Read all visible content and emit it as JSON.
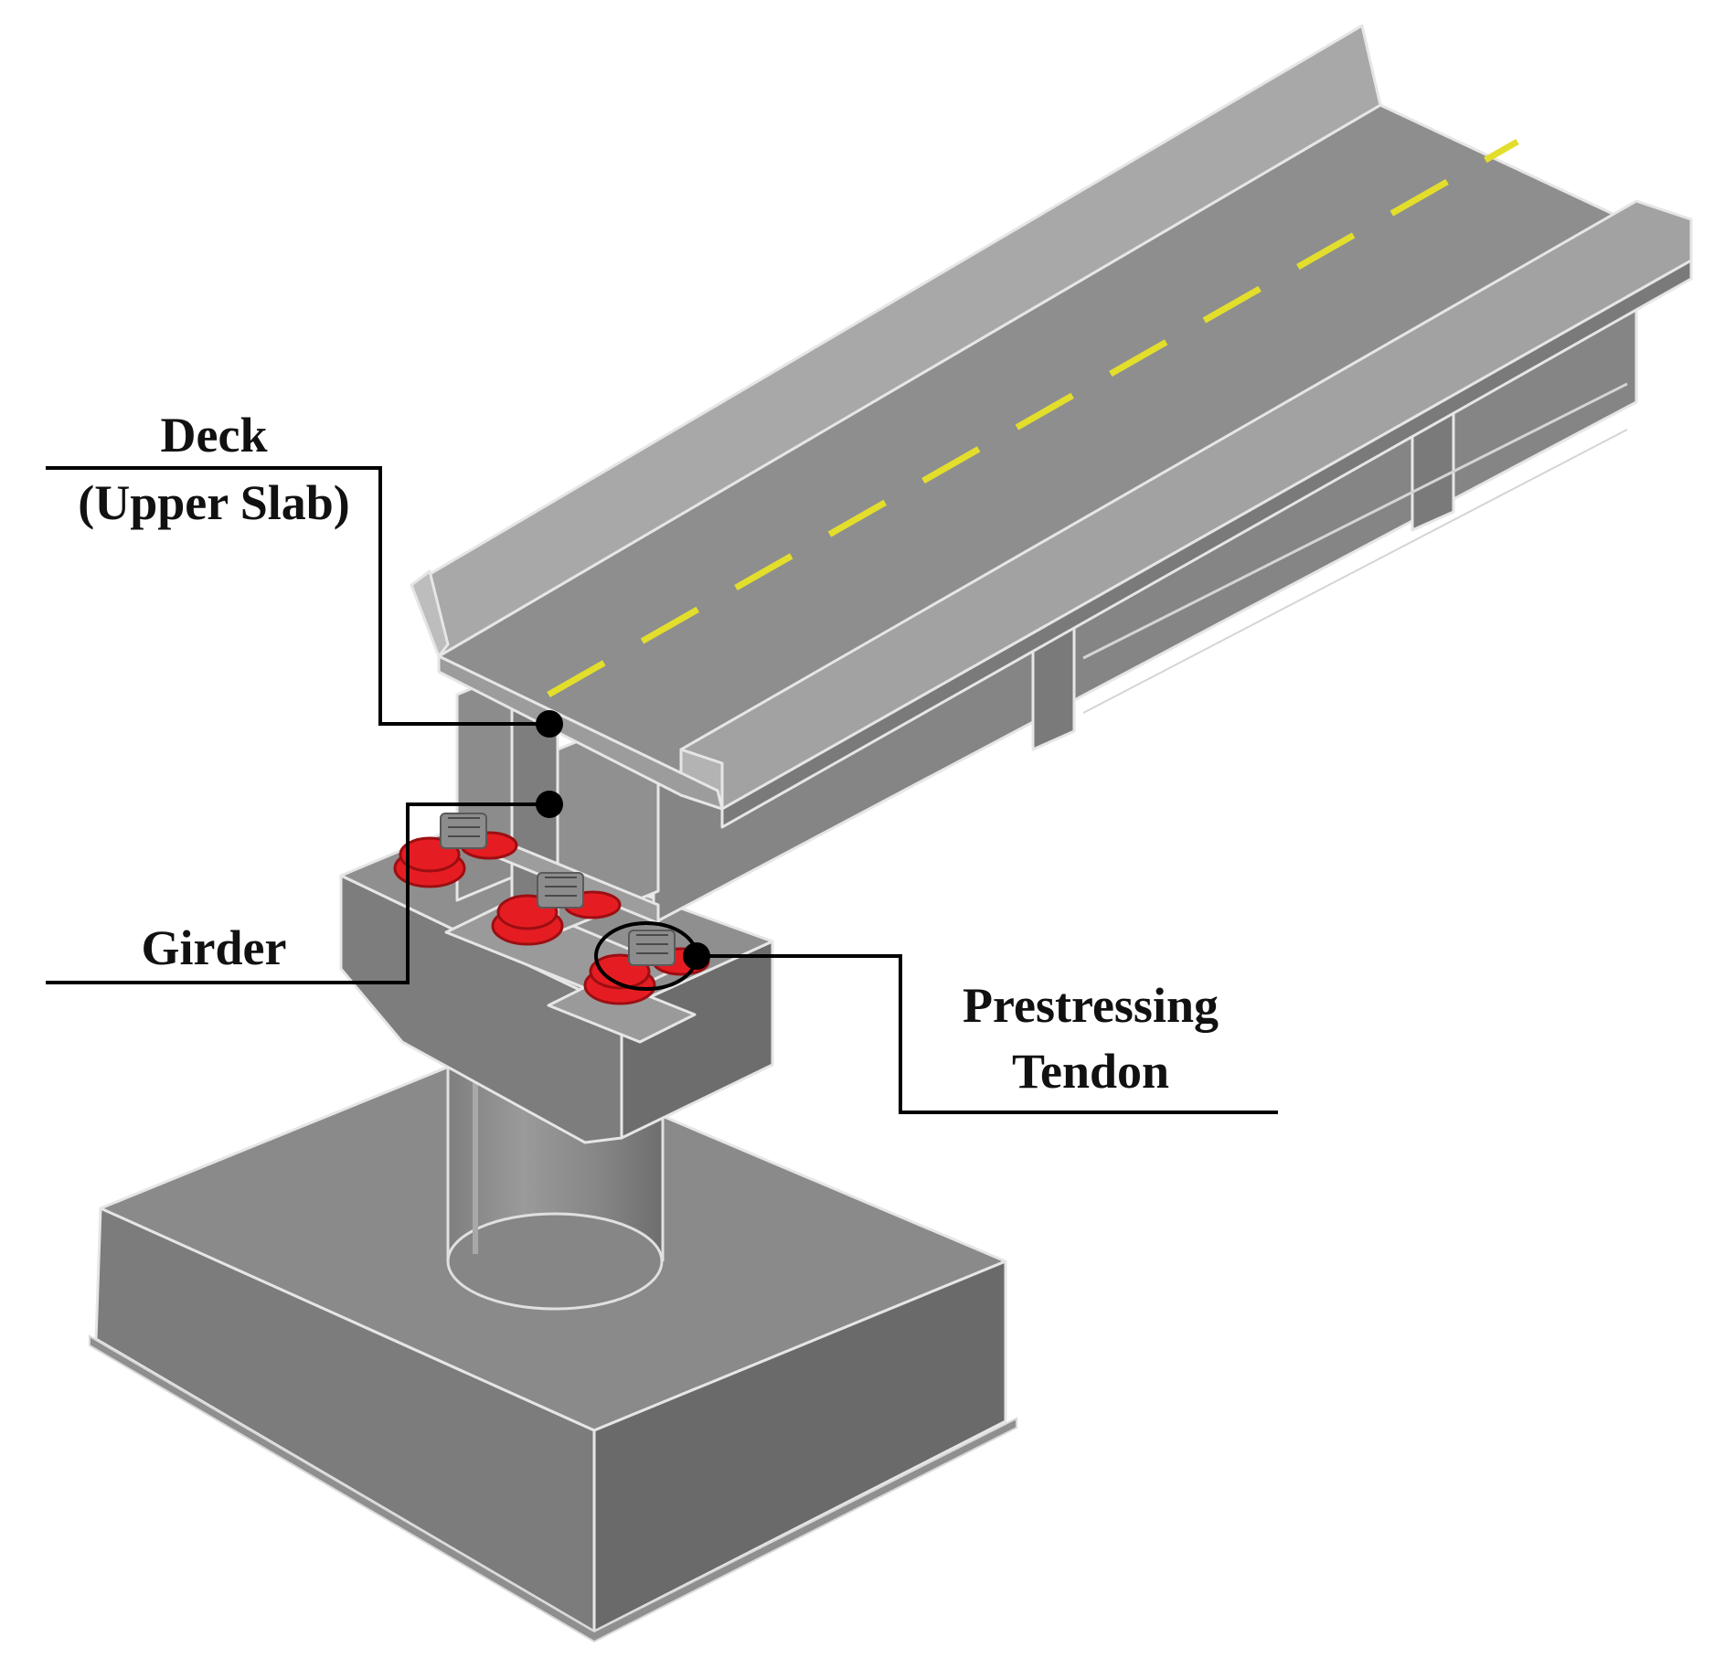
{
  "labels": {
    "deck_line1": "Deck",
    "deck_line2": "(Upper Slab)",
    "girder": "Girder",
    "tendon_line1": "Prestressing",
    "tendon_line2": "Tendon"
  },
  "colors": {
    "concrete_top": "#8f8f8f",
    "concrete_light": "#a9a9a9",
    "concrete_side": "#7b7b7b",
    "concrete_dark": "#6b6b6b",
    "lane_marking": "#e3de2c",
    "tendon_anchor": "#e51d22",
    "leader_line": "#000000"
  }
}
